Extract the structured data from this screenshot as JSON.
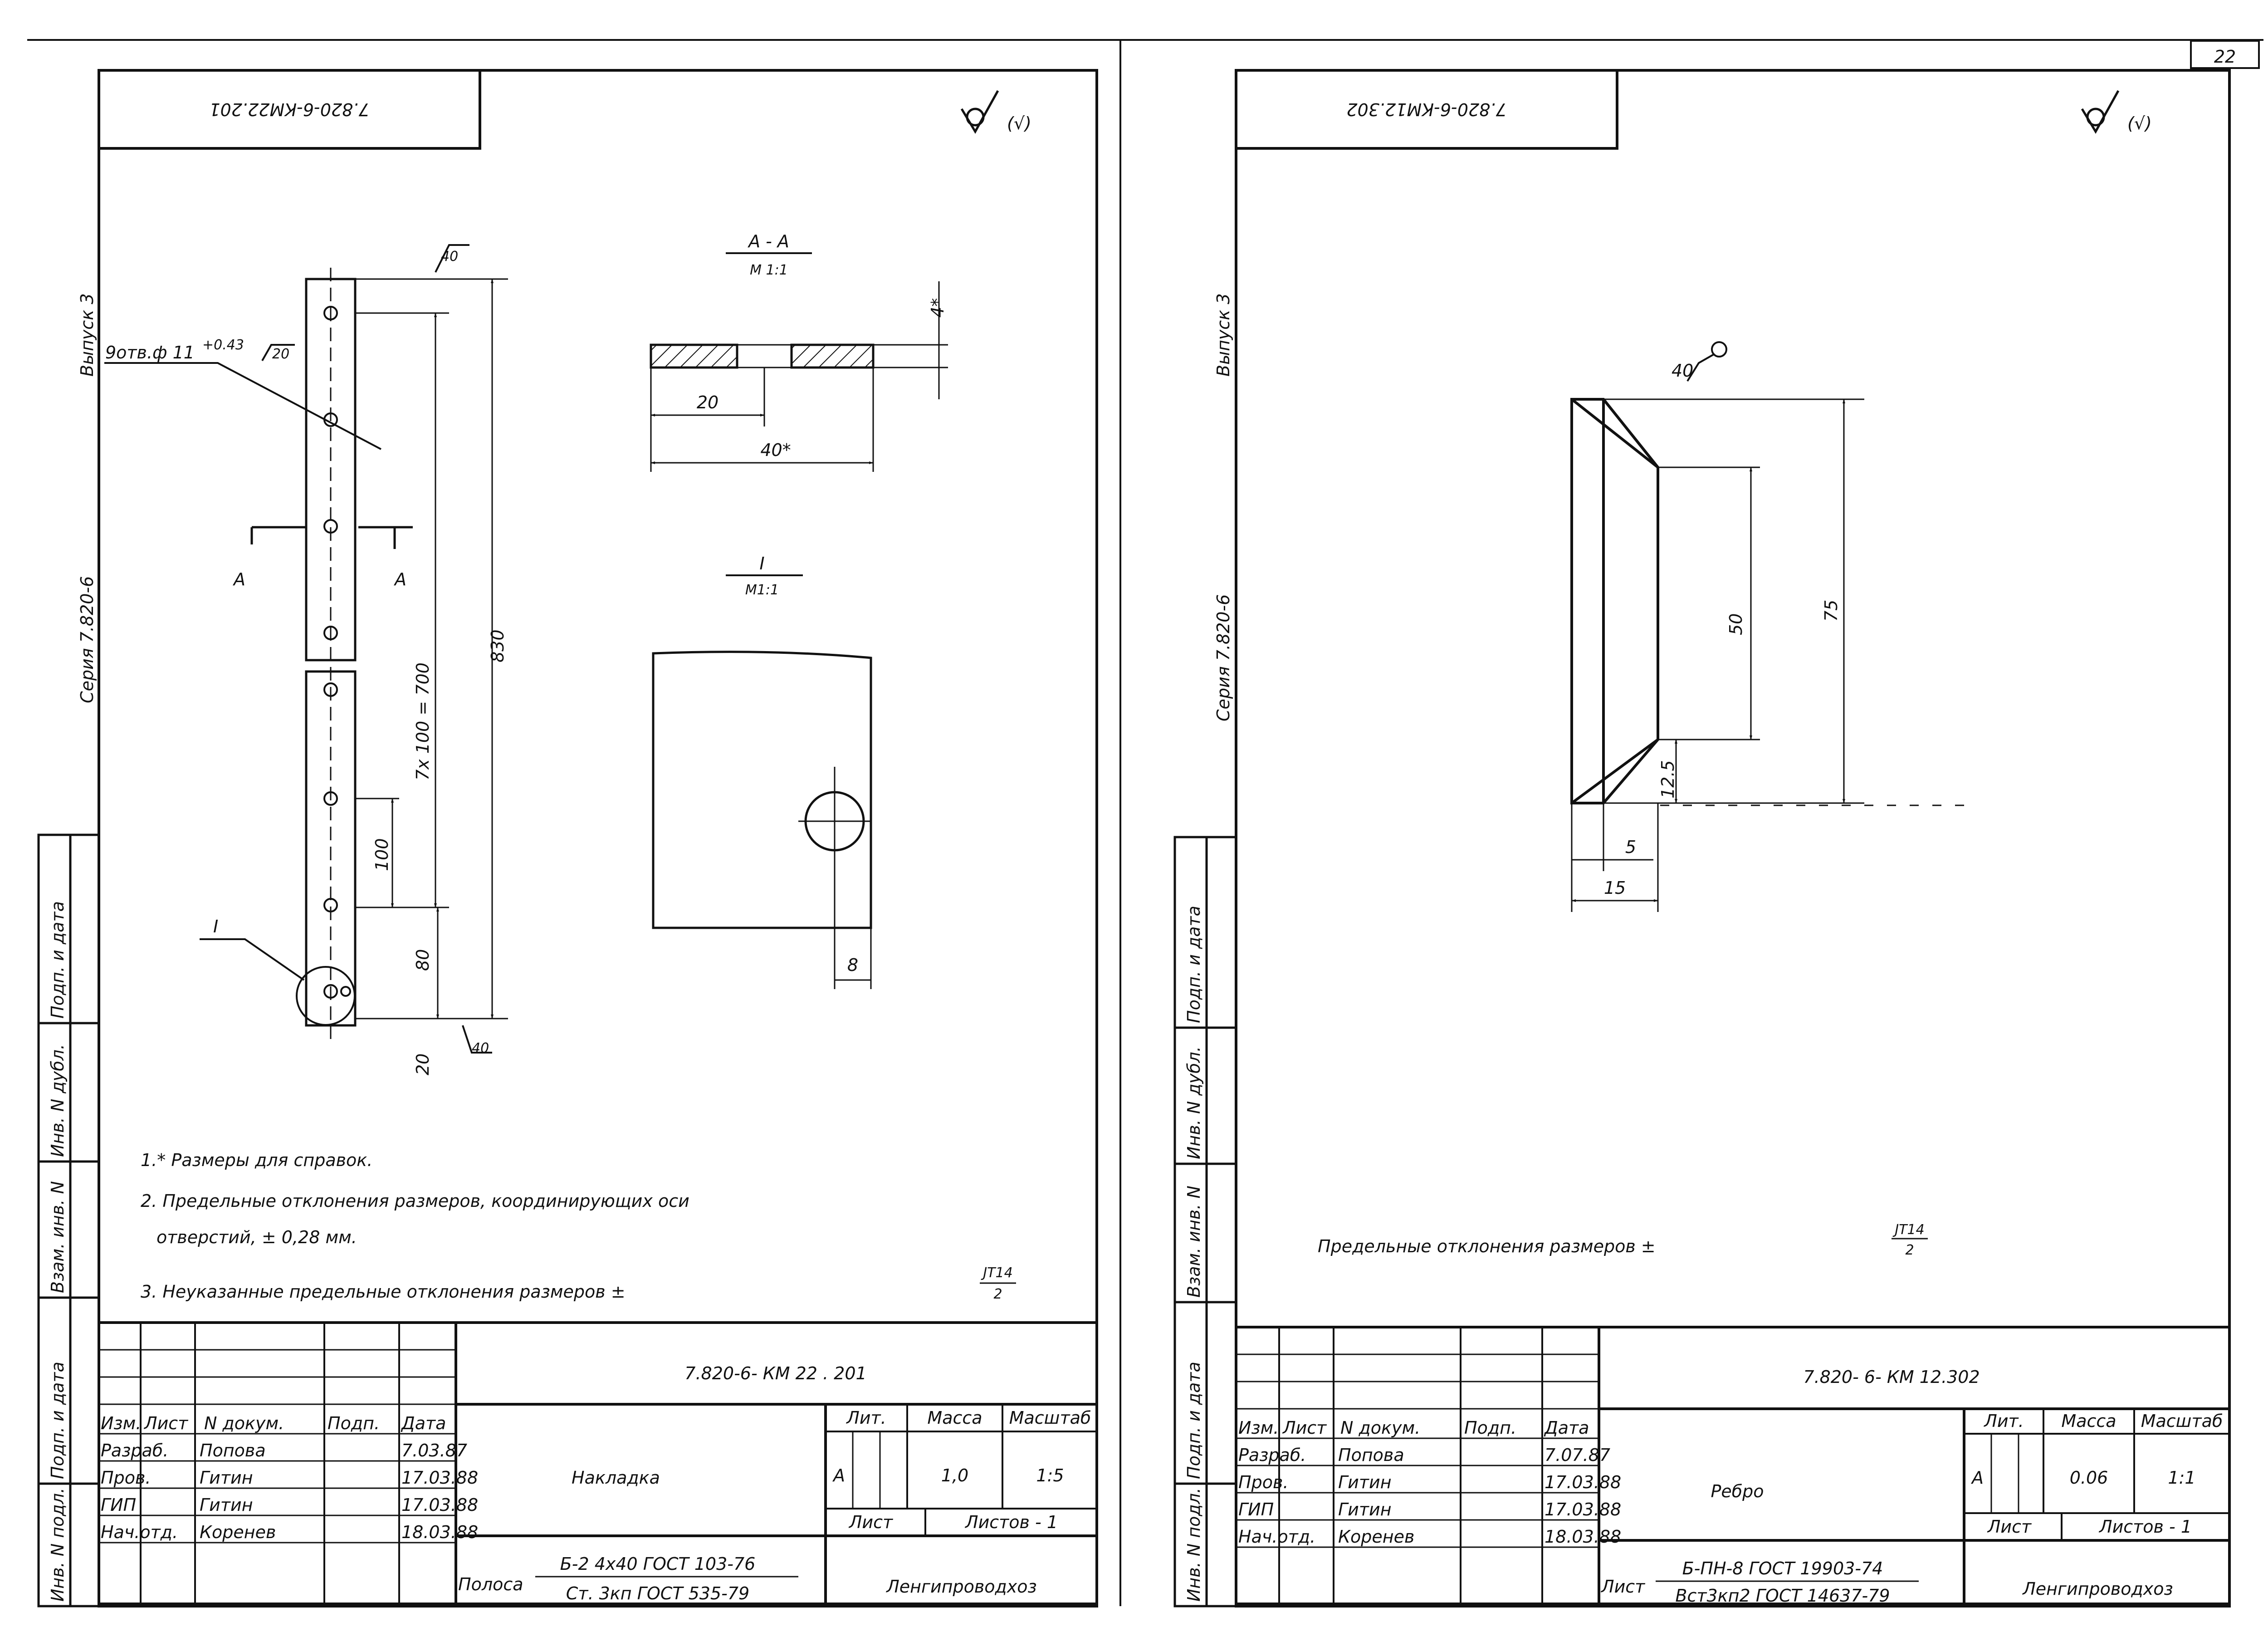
{
  "sheet_number": "22",
  "left": {
    "rotated_code": "7.820-6-КМ22.201",
    "roughness": "(√)",
    "side_series": "Серия 7.820-6",
    "side_issue": "Выпуск 3",
    "holes_note": "9отв.ф 11",
    "holes_tol": "+0.43",
    "holes_rough": "20",
    "rough_top": "40",
    "rough_bottom": "40",
    "section_mark": "А",
    "section_title": "А - А",
    "section_scale": "М 1:1",
    "detail_title": "I",
    "detail_scale": "М1:1",
    "detail_callout": "I",
    "dims": {
      "overall": "830",
      "pitch": "7х 100 = 700",
      "step": "100",
      "end_offset": "80",
      "end_margin": "20",
      "sec_half": "20",
      "sec_width": "40*",
      "sec_thick": "4*",
      "detail_edge": "8"
    },
    "notes": [
      "1.* Размеры для справок.",
      "2. Предельные отклонения размеров, координирующих оси",
      "отверстий, ± 0,28 мм.",
      "3. Неуказанные предельные отклонения размеров ±"
    ],
    "note_frac_num": "JT14",
    "note_frac_den": "2",
    "title_block": {
      "doc_code": "7.820-6- КМ 22 . 201",
      "name": "Накладка",
      "material_prefix": "Полоса",
      "material_top": "Б-2  4х40 ГОСТ 103-76",
      "material_bottom": "Ст. 3кп ГОСТ 535-79",
      "org": "Ленгипроводхоз",
      "header_lit": "Лит.",
      "header_mass": "Масса",
      "header_scale": "Масштаб",
      "lit": "А",
      "mass": "1,0",
      "scale": "1:5",
      "sheet": "Лист",
      "sheets": "Листов - 1",
      "col_izm": "Изм.",
      "col_list": "Лист",
      "col_doc": "N докум.",
      "col_sign": "Подп.",
      "col_date": "Дата",
      "rows": [
        {
          "role": "Разраб.",
          "name": "Попова",
          "date": "7.03.87"
        },
        {
          "role": "Пров.",
          "name": "Гитин",
          "date": "17.03.88"
        },
        {
          "role": "ГИП",
          "name": "Гитин",
          "date": "17.03.88"
        },
        {
          "role": "Нач.отд.",
          "name": "Коренев",
          "date": "18.03.88"
        }
      ]
    },
    "side_stamps": [
      "Подп. и дата",
      "Инв. N дубл.",
      "Взам. инв. N",
      "Подп. и дата",
      "Инв. N подл."
    ]
  },
  "right": {
    "rotated_code": "7.820-6-КМ12.302",
    "roughness": "(√)",
    "side_series": "Серия 7.820-6",
    "side_issue": "Выпуск 3",
    "rough_mark": "40",
    "dims": {
      "height": "75",
      "inner": "50",
      "chamfer_h": "12.5",
      "chamfer_w": "5",
      "width": "15"
    },
    "note": "Предельные отклонения размеров ±",
    "note_frac_num": "JT14",
    "note_frac_den": "2",
    "title_block": {
      "doc_code": "7.820- 6- КМ 12.302",
      "name": "Ребро",
      "material_prefix": "Лист",
      "material_top": "Б-ПН-8 ГОСТ 19903-74",
      "material_bottom": "Вст3кп2 ГОСТ 14637-79",
      "org": "Ленгипроводхоз",
      "header_lit": "Лит.",
      "header_mass": "Масса",
      "header_scale": "Масштаб",
      "lit": "А",
      "mass": "0.06",
      "scale": "1:1",
      "sheet": "Лист",
      "sheets": "Листов - 1",
      "col_izm": "Изм.",
      "col_list": "Лист",
      "col_doc": "N докум.",
      "col_sign": "Подп.",
      "col_date": "Дата",
      "rows": [
        {
          "role": "Разраб.",
          "name": "Попова",
          "date": "7.07.87"
        },
        {
          "role": "Пров.",
          "name": "Гитин",
          "date": "17.03.88"
        },
        {
          "role": "ГИП",
          "name": "Гитин",
          "date": "17.03.88"
        },
        {
          "role": "Нач.отд.",
          "name": "Коренев",
          "date": "18.03.88"
        }
      ]
    },
    "side_stamps": [
      "Подп. и дата",
      "Инв. N дубл.",
      "Взам. инв. N",
      "Подп. и дата",
      "Инв. N подл."
    ]
  }
}
